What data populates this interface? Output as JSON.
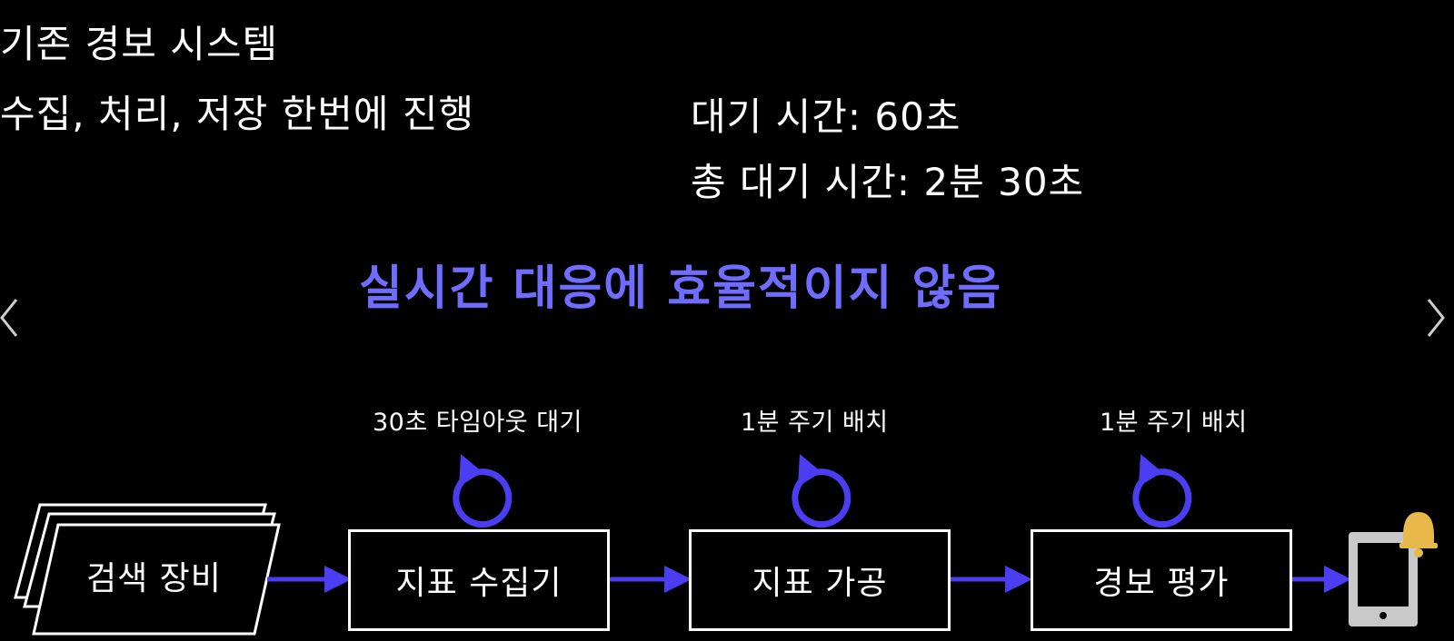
{
  "header": {
    "title": "기존 경보 시스템",
    "description": "수집, 처리, 저장 한번에 진행",
    "wait_time": "대기 시간: 60초",
    "total_wait_time": "총 대기 시간: 2분 30초"
  },
  "headline": "실시간 대응에 효율적이지 않음",
  "accent_color": "#6f6cff",
  "arrow_color": "#4a3df2",
  "pipeline": {
    "source": "검색 장비",
    "stages": [
      {
        "label": "지표 수집기",
        "loop_label": "30초 타임아웃 대기"
      },
      {
        "label": "지표 가공",
        "loop_label": "1분 주기 배치"
      },
      {
        "label": "경보 평가",
        "loop_label": "1분 주기 배치"
      }
    ],
    "endpoint_icon": "phone-bell-icon"
  },
  "navigation": {
    "prev_icon": "chevron-left-icon",
    "next_icon": "chevron-right-icon"
  }
}
